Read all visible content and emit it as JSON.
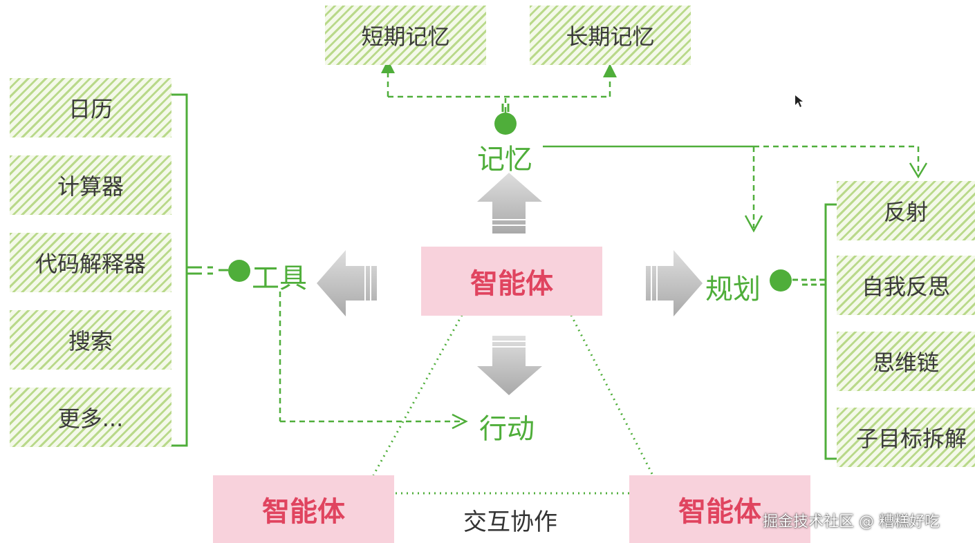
{
  "memory": {
    "label": "记忆",
    "short_term": "短期记忆",
    "long_term": "长期记忆"
  },
  "tools": {
    "label": "工具",
    "items": [
      "日历",
      "计算器",
      "代码解释器",
      "搜索",
      "更多..."
    ]
  },
  "planning": {
    "label": "规划",
    "items": [
      "反射",
      "自我反思",
      "思维链",
      "子目标拆解"
    ]
  },
  "agent": {
    "center": "智能体",
    "left": "智能体",
    "right": "智能体"
  },
  "action": {
    "label": "行动"
  },
  "collaboration": {
    "label": "交互协作"
  },
  "watermark": "掘金技术社区 @ 糟糕好吃",
  "colors": {
    "green": "#4fae3a",
    "pink_fill": "#f8d2dc",
    "pink_text": "#e0445f",
    "hatch": "#b9d98a",
    "arrow_gray": "#c8c8c8"
  }
}
